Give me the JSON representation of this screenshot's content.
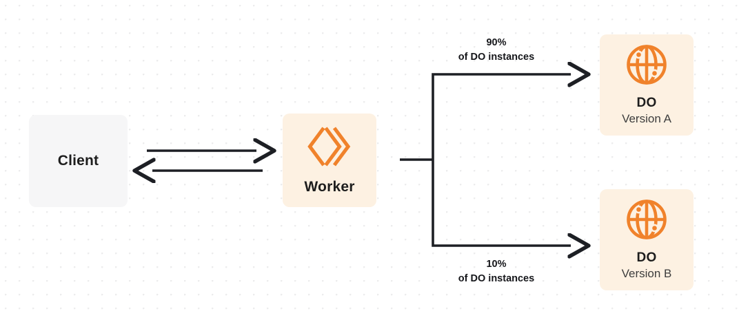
{
  "diagram": {
    "nodes": [
      {
        "id": "client",
        "label": "Client",
        "icon": null,
        "bg_color": "#f6f6f7"
      },
      {
        "id": "worker",
        "label": "Worker",
        "icon": "cloudflare-workers-icon",
        "bg_color": "#fdf1e2"
      },
      {
        "id": "do-a",
        "label": "DO",
        "sublabel": "Version A",
        "icon": "globe-icon",
        "bg_color": "#fdf1e2"
      },
      {
        "id": "do-b",
        "label": "DO",
        "sublabel": "Version B",
        "icon": "globe-icon",
        "bg_color": "#fdf1e2"
      }
    ],
    "edges": [
      {
        "id": "client-to-worker",
        "from": "client",
        "to": "worker",
        "label": ""
      },
      {
        "id": "worker-to-client",
        "from": "worker",
        "to": "client",
        "label": ""
      },
      {
        "id": "worker-to-do-a",
        "from": "worker",
        "to": "do-a",
        "percent": "90%",
        "label_line2": "of DO instances"
      },
      {
        "id": "worker-to-do-b",
        "from": "worker",
        "to": "do-b",
        "percent": "10%",
        "label_line2": "of DO instances"
      }
    ],
    "colors": {
      "accent": "#f0822b",
      "line": "#1d1f24",
      "text": "#1d1d1d",
      "node_orange_bg": "#fdf1e2",
      "node_gray_bg": "#f6f6f7",
      "grid_dot": "#ececed",
      "background": "#ffffff"
    }
  }
}
